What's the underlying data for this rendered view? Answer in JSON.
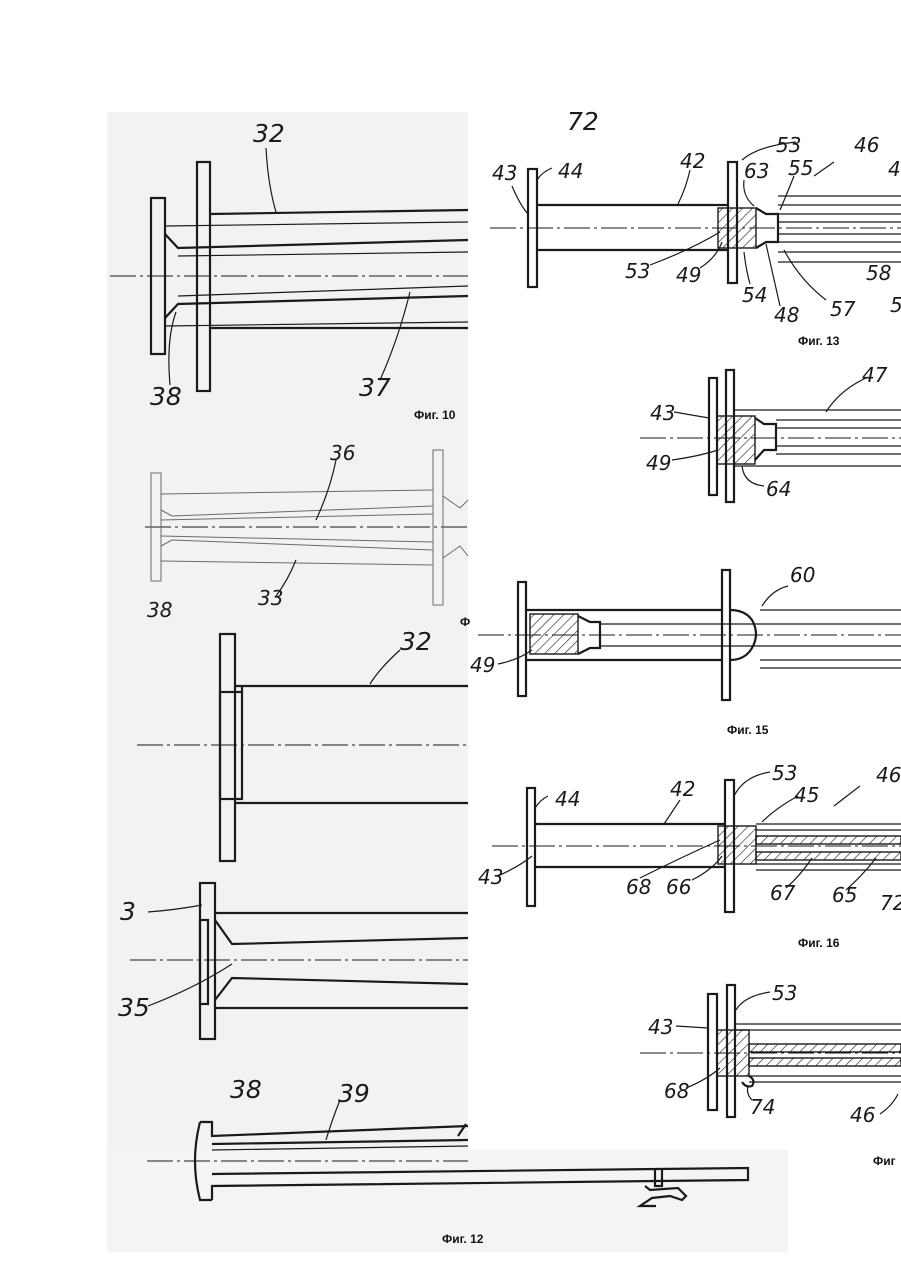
{
  "captions": {
    "fig10": "Фиг. 10",
    "fig11_partial": "Ф",
    "fig12": "Фиг. 12",
    "fig13": "Фиг. 13",
    "fig15": "Фиг. 15",
    "fig16": "Фиг. 16",
    "fig17_partial": "Фиг"
  },
  "refs": {
    "fig10": {
      "r32": "32",
      "r38": "38",
      "r37": "37"
    },
    "fig11": {
      "r36": "36",
      "r38": "38",
      "r33": "33"
    },
    "fig11b": {
      "r32": "32"
    },
    "fig11c": {
      "r3": "3",
      "r35": "35"
    },
    "fig12": {
      "r38": "38",
      "r39": "39"
    },
    "fig13": {
      "r53a": "53",
      "r46": "46",
      "r4": "4",
      "r43": "43",
      "r44": "44",
      "r42": "42",
      "r63": "63",
      "r55": "55",
      "r53b": "53",
      "r49": "49",
      "r54": "54",
      "r48": "48",
      "r57": "57",
      "r58": "58",
      "r5": "5",
      "top_partial": "72"
    },
    "fig14": {
      "r47": "47",
      "r43": "43",
      "r49": "49",
      "r64": "64"
    },
    "fig15": {
      "r60": "60",
      "r49": "49"
    },
    "fig16": {
      "r53": "53",
      "r46": "46",
      "r44": "44",
      "r42": "42",
      "r45": "45",
      "r43": "43",
      "r68": "68",
      "r66": "66",
      "r67": "67",
      "r65": "65",
      "r72": "72"
    },
    "fig17": {
      "r53": "53",
      "r43": "43",
      "r68": "68",
      "r74": "74",
      "r46": "46"
    }
  }
}
